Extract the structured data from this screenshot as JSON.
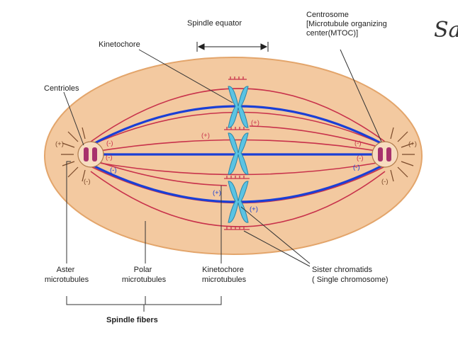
{
  "labels": {
    "spindle_equator": "Spindle equator",
    "centrosome": [
      "Centrosome",
      "[Microtubule organizing",
      "center(MTOC)]"
    ],
    "kinetochore": "Kinetochore",
    "centrioles": "Centrioles",
    "aster": [
      "Aster",
      "microtubules"
    ],
    "polar": [
      "Polar",
      "microtubules"
    ],
    "kinetochore_mt": [
      "Kinetochore",
      "microtubules"
    ],
    "sister": [
      "Sister chromatids",
      "( Single chromosome)"
    ],
    "spindle_fibers": "Spindle fibers",
    "corner_script": "Sa"
  },
  "polarity": {
    "plus": "(+)",
    "minus": "(-)"
  },
  "colors": {
    "cell_fill": "#f3c9a0",
    "cell_stroke": "#e3a56b",
    "kinetochore_mt": "#1a3fd6",
    "polar_mt": "#c8324b",
    "chromosome": "#5bc3e3",
    "centriole": "#a8326c"
  }
}
